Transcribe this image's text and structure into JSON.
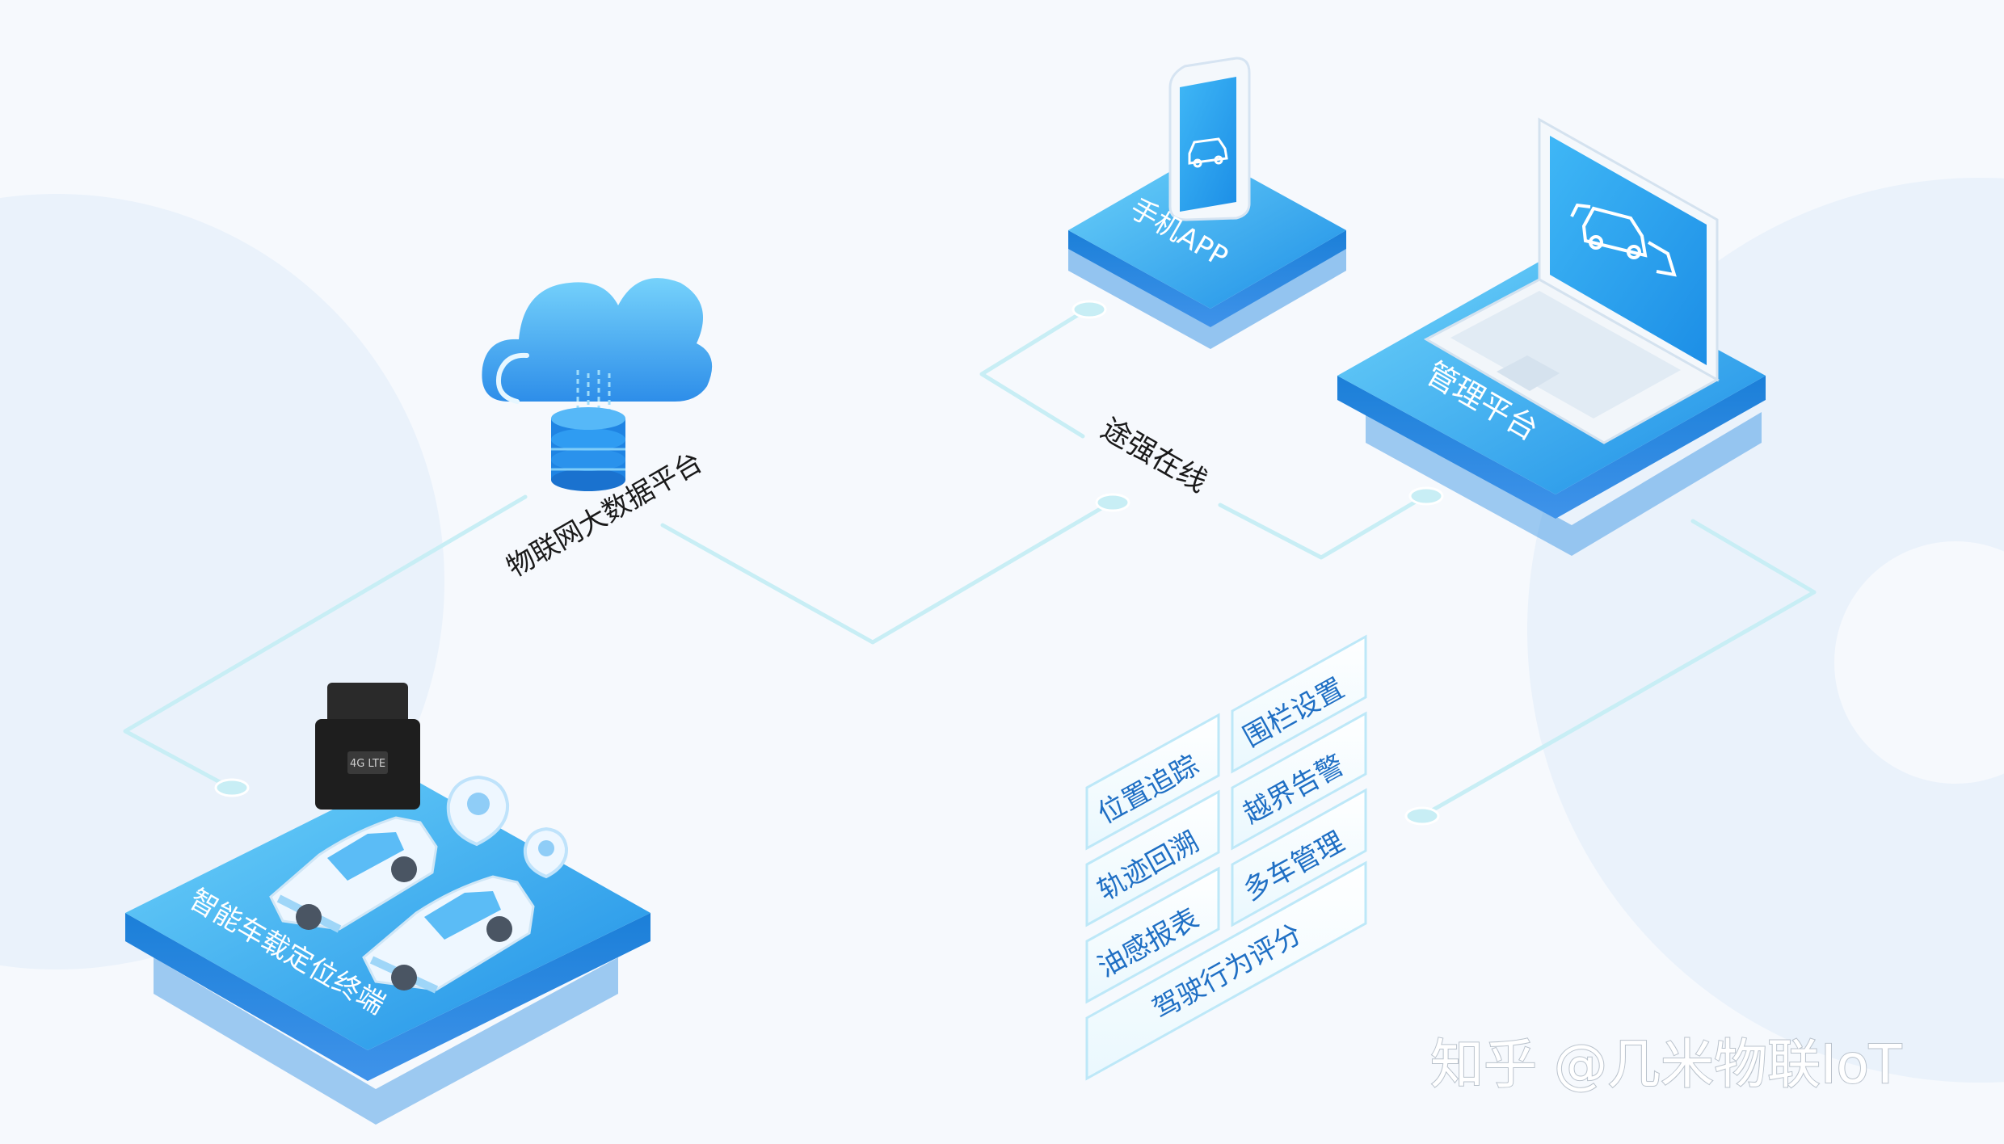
{
  "nodes": {
    "cloud_label": "物联网大数据平台",
    "center_label": "途强在线",
    "app_label": "手机APP",
    "platform_label": "管理平台",
    "device_label": "智能车载定位终端",
    "obd_label": "4G LTE"
  },
  "features": [
    "位置追踪",
    "轨迹回溯",
    "油感报表",
    "围栏设置",
    "越界告警",
    "多车管理",
    "驾驶行为评分"
  ],
  "watermark": "知乎 @几米物联IoT",
  "colors": {
    "background": "#f6f9fd",
    "platform_blue": "#2aa0ef",
    "line": "#c8eef5",
    "feature_text": "#1f6fc4"
  }
}
